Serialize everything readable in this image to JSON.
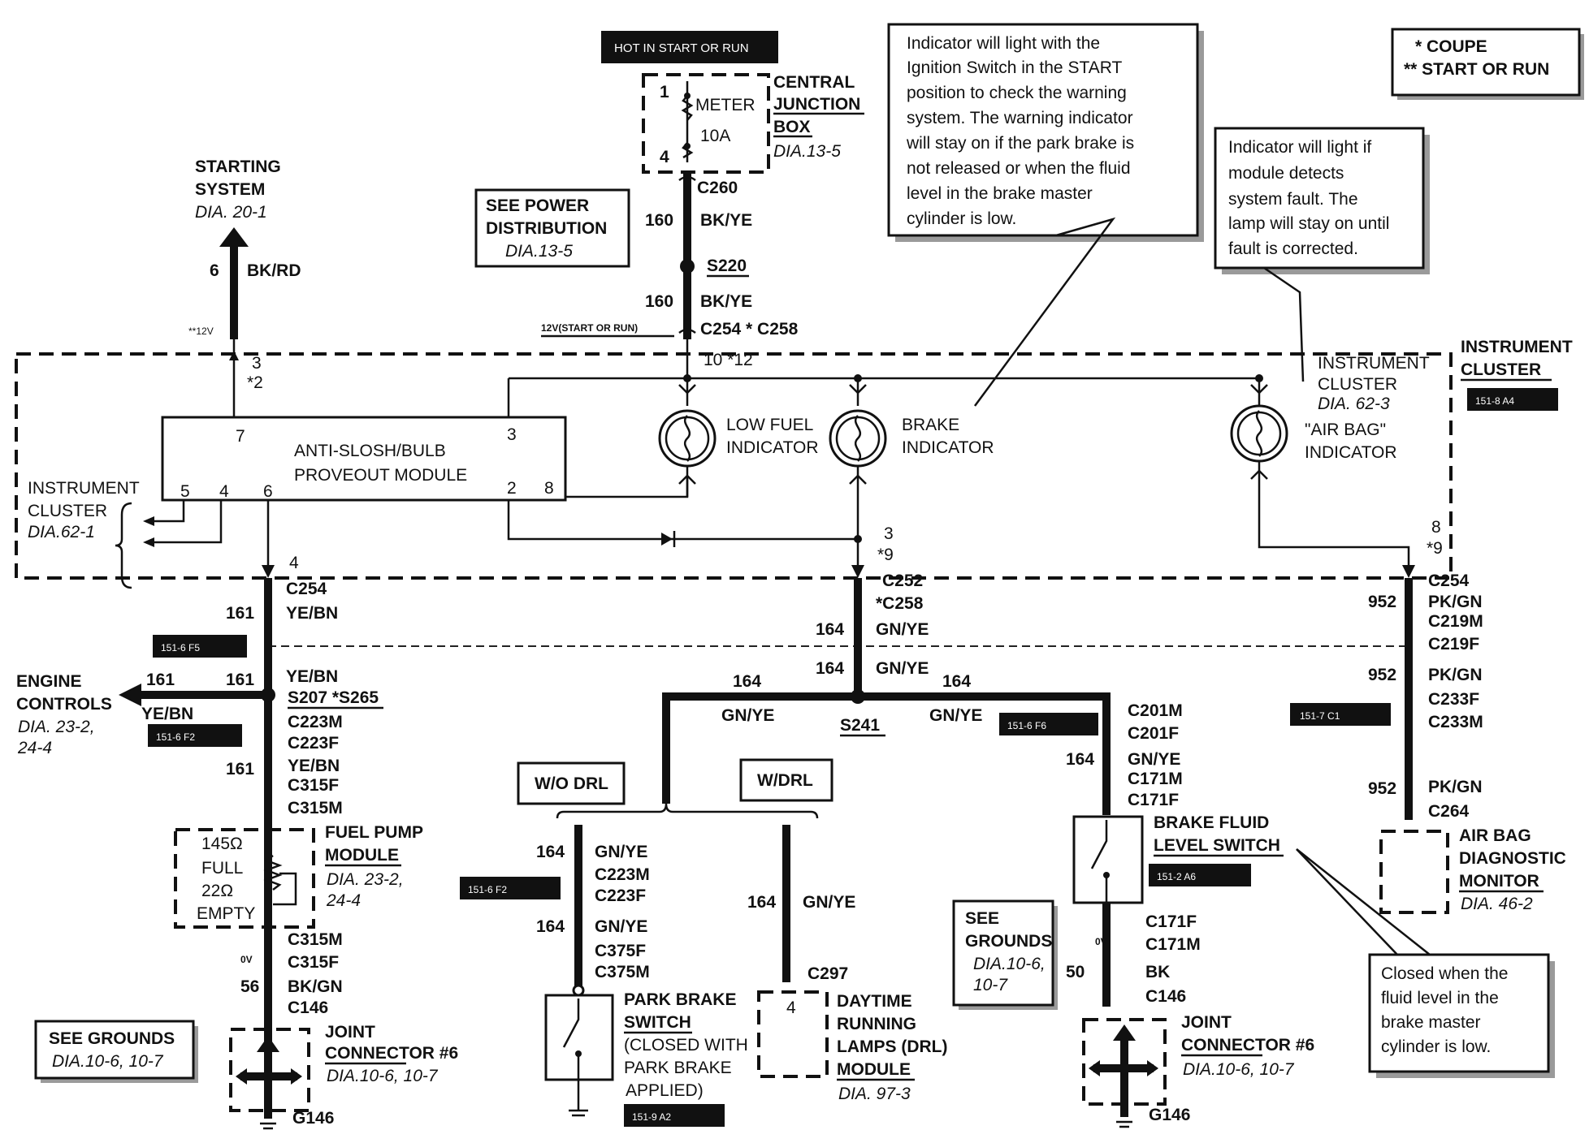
{
  "legend": {
    "line1": "* COUPE",
    "line2": "** START OR RUN"
  },
  "hot_label": "HOT IN START OR RUN",
  "fuse": {
    "pin_top": "1",
    "pin_bottom": "4",
    "name": "METER",
    "rating": "10A"
  },
  "central_junction": {
    "line1": "CENTRAL",
    "line2": "JUNCTION",
    "line3": "BOX",
    "ref": "DIA.13-5"
  },
  "power_dist": {
    "line1": "SEE POWER",
    "line2": "DISTRIBUTION",
    "ref": "DIA.13-5"
  },
  "starting_system": {
    "line1": "STARTING",
    "line2": "SYSTEM",
    "ref": "DIA. 20-1"
  },
  "top_wires": {
    "c260": "C260",
    "w160a": "160",
    "bkye_a": "BK/YE",
    "s220": "S220",
    "w160b": "160",
    "bkye_b": "BK/YE",
    "c254_c258": "C254 * C258",
    "v12_start": "12V(START OR RUN)",
    "pins_10_12": "10 *12",
    "w6": "6",
    "bkrd": "BK/RD",
    "v12_star": "**12V",
    "pin3": "3",
    "pin2": "*2"
  },
  "callout_brake": {
    "lines": [
      "Indicator will light with the",
      "Ignition Switch in the START",
      "position to check the warning",
      "system.  The warning indicator",
      "will stay on if the park brake is",
      "not released or when the fluid",
      "level in the brake master",
      "cylinder is low."
    ]
  },
  "callout_airbag": {
    "lines": [
      "Indicator will light if",
      "module detects",
      "system fault.  The",
      "lamp will stay on until",
      "fault is corrected."
    ]
  },
  "callout_fluid": {
    "lines": [
      "Closed when the",
      "fluid level in the",
      "brake master",
      "cylinder is low."
    ]
  },
  "cluster_right": {
    "line1": "INSTRUMENT",
    "line2": "CLUSTER",
    "tag": "151-8 A4"
  },
  "cluster_inner": {
    "line1": "INSTRUMENT",
    "line2": "CLUSTER",
    "ref": "DIA. 62-3",
    "ind1": "\"AIR BAG\"",
    "ind2": "INDICATOR"
  },
  "cluster_left": {
    "line1": "INSTRUMENT",
    "line2": "CLUSTER",
    "ref": "DIA.62-1"
  },
  "module": {
    "line1": "ANTI-SLOSH/BULB",
    "line2": "PROVEOUT MODULE",
    "p7": "7",
    "p3": "3",
    "p5": "5",
    "p4": "4",
    "p6": "6",
    "p2": "2",
    "p8": "8"
  },
  "low_fuel": {
    "line1": "LOW FUEL",
    "line2": "INDICATOR"
  },
  "brake_ind": {
    "line1": "BRAKE",
    "line2": "INDICATOR"
  },
  "mid_pins": {
    "p3": "3",
    "p9": "*9",
    "p4": "4",
    "r8": "8",
    "r9": "*9"
  },
  "left_branch": {
    "c254": "C254",
    "w161a": "161",
    "yebn_a": "YE/BN",
    "tag_f5": "151-6 F5",
    "w161b": "161",
    "w161c": "161",
    "yebn_b": "YE/BN",
    "s207": "S207 *S265",
    "engine1": "ENGINE",
    "engine2": "CONTROLS",
    "engine_ye": "YE/BN",
    "engine_ref1": "DIA. 23-2,",
    "engine_ref2": "24-4",
    "tag_f2": "151-6 F2",
    "c223m": "C223M",
    "c223f": "C223F",
    "w161d": "161",
    "yebn_c": "YE/BN",
    "c315f": "C315F",
    "c315m": "C315M"
  },
  "fuel_pump": {
    "r1": "145Ω",
    "full": "FULL",
    "r2": "22Ω",
    "empty": "EMPTY",
    "name1": "FUEL PUMP",
    "name2": "MODULE",
    "ref1": "DIA. 23-2,",
    "ref2": "24-4"
  },
  "left_lower": {
    "c315m": "C315M",
    "c315f": "C315F",
    "ov": "0V",
    "w56": "56",
    "bkgn": "BK/GN",
    "c146": "C146",
    "jc1": "JOINT",
    "jc2": "CONNECTOR #6",
    "jc_ref": "DIA.10-6, 10-7",
    "g146": "G146",
    "grounds1": "SEE GROUNDS",
    "grounds_ref": "DIA.10-6, 10-7"
  },
  "center_branch": {
    "c252": "C252",
    "c258": "*C258",
    "w164a": "164",
    "gnye_a": "GN/YE",
    "w164b": "164",
    "gnye_b": "GN/YE",
    "w164l": "164",
    "gnye_l": "GN/YE",
    "w164r": "164",
    "gnye_r": "GN/YE",
    "s241": "S241",
    "tag_f6": "151-6 F6",
    "wo_drl": "W/O DRL",
    "w_drl": "W/DRL"
  },
  "park_brake": {
    "w164a": "164",
    "gnye_a": "GN/YE",
    "c223m": "C223M",
    "c223f": "C223F",
    "tag_f2": "151-6 F2",
    "w164b": "164",
    "gnye_b": "GN/YE",
    "c375f": "C375F",
    "c375m": "C375M",
    "name1": "PARK BRAKE",
    "name2": "SWITCH",
    "note1": "(CLOSED WITH",
    "note2": "PARK BRAKE",
    "note3": "APPLIED)",
    "tag_a2": "151-9 A2"
  },
  "drl": {
    "w164": "164",
    "gnye": "GN/YE",
    "c297": "C297",
    "pin4": "4",
    "name1": "DAYTIME",
    "name2": "RUNNING",
    "name3": "LAMPS (DRL)",
    "name4": "MODULE",
    "ref": "DIA. 97-3"
  },
  "brake_fluid": {
    "c201m": "C201M",
    "c201f": "C201F",
    "w164": "164",
    "gnye": "GN/YE",
    "c171m": "C171M",
    "c171f": "C171F",
    "name1": "BRAKE FLUID",
    "name2": "LEVEL SWITCH",
    "tag_a6": "151-2 A6",
    "c171f_b": "C171F",
    "c171m_b": "C171M",
    "ov": "0V",
    "w50": "50",
    "bk": "BK",
    "c146": "C146",
    "jc1": "JOINT",
    "jc2": "CONNECTOR #6",
    "jc_ref": "DIA.10-6, 10-7",
    "g146": "G146",
    "grounds1": "SEE",
    "grounds2": "GROUNDS",
    "grounds_ref1": "DIA.10-6,",
    "grounds_ref2": "10-7"
  },
  "airbag_branch": {
    "c254": "C254",
    "w952a": "952",
    "pkgn_a": "PK/GN",
    "c219m": "C219M",
    "c219f": "C219F",
    "w952b": "952",
    "pkgn_b": "PK/GN",
    "tag_c1": "151-7 C1",
    "c233f": "C233F",
    "c233m": "C233M",
    "w952c": "952",
    "pkgn_c": "PK/GN",
    "c264": "C264",
    "name1": "AIR BAG",
    "name2": "DIAGNOSTIC",
    "name3": "MONITOR",
    "ref": "DIA. 46-2"
  }
}
